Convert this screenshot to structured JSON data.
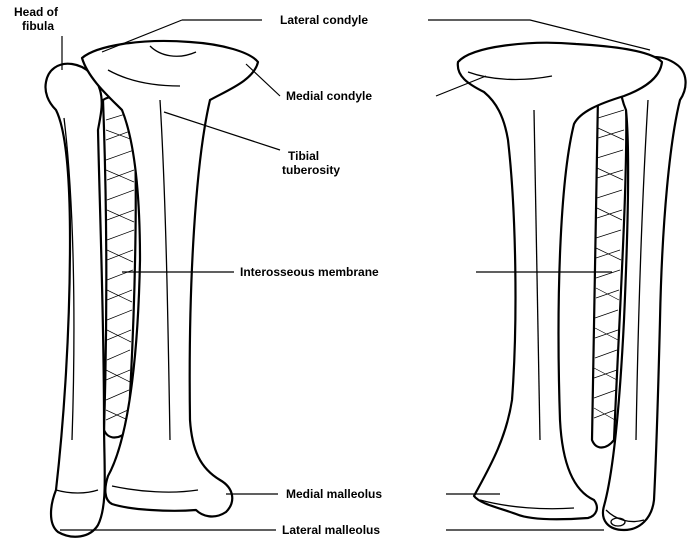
{
  "labels": {
    "head_of_fibula_line1": "Head of",
    "head_of_fibula_line2": "fibula",
    "lateral_condyle": "Lateral condyle",
    "medial_condyle": "Medial condyle",
    "tibial_tuberosity_line1": "Tibial",
    "tibial_tuberosity_line2": "tuberosity",
    "interosseous_membrane": "Interosseous membrane",
    "medial_malleolus": "Medial malleolus",
    "lateral_malleolus": "Lateral malleolus"
  },
  "colors": {
    "ink": "#000000",
    "paper": "#ffffff"
  }
}
